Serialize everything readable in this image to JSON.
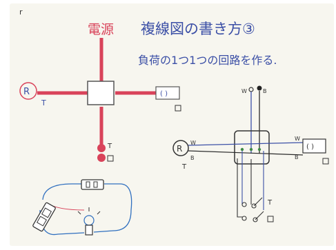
{
  "corner_mark": "r",
  "title": "複線図の書き方③",
  "subtitle": "負荷の1つ1つの回路を作る.",
  "power_label": "電源",
  "left_diagram": {
    "lamp_label": "R",
    "lamp_sub": "T",
    "outlet_label": "( )",
    "switch_t": "T"
  },
  "right_diagram": {
    "top_w": "W",
    "top_b": "B",
    "lamp_label": "R",
    "lamp_w": "W",
    "lamp_b": "B",
    "lamp_sub": "T",
    "outlet_label": "( )",
    "outlet_w": "W",
    "outlet_b": "B",
    "switch_t": "T"
  },
  "colors": {
    "power_line": "#d9435a",
    "ink_blue": "#3b4fa6",
    "ink_black": "#2a2a2a",
    "ink_green": "#3f8a45",
    "background": "#f7f6ef"
  }
}
